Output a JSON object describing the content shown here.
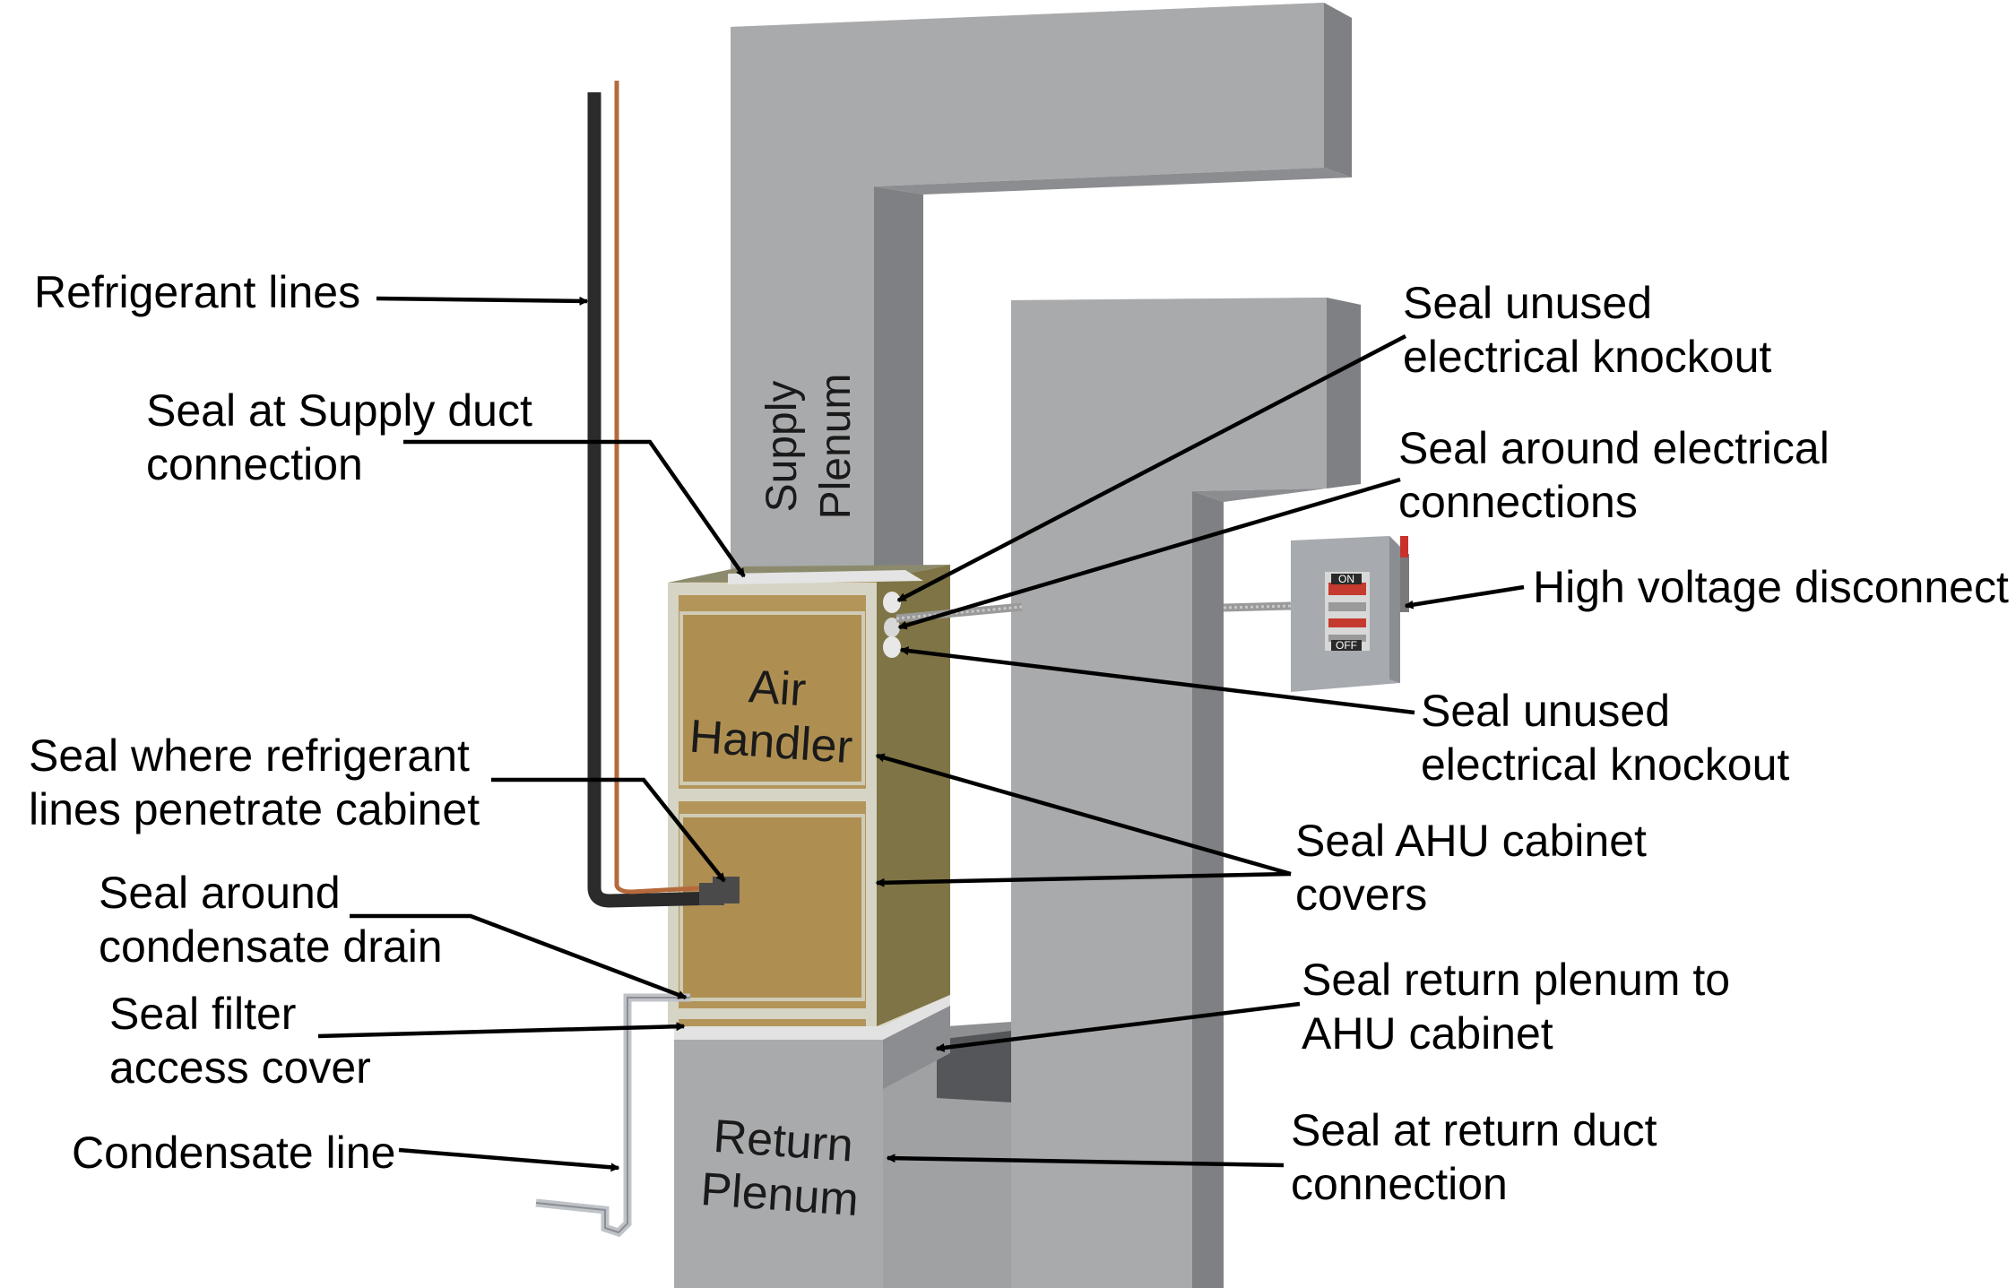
{
  "colors": {
    "duct_face": "#a9aaac",
    "duct_side": "#7f8083",
    "duct_top": "#c4c5c7",
    "cabinet_front": "#b3955a",
    "cabinet_side": "#7f7445",
    "cabinet_frame": "#d6d4c4",
    "disconnect_box": "#a7abb0",
    "arrow": "#000000"
  },
  "components": {
    "supply_plenum": [
      "Supply",
      "Plenum"
    ],
    "air_handler": [
      "Air",
      "Handler"
    ],
    "return_plenum": [
      "Return",
      "Plenum"
    ],
    "disconnect_on": "ON",
    "disconnect_off": "OFF"
  },
  "callouts": {
    "refrigerant_lines": [
      "Refrigerant lines"
    ],
    "seal_supply_duct": [
      "Seal at Supply duct",
      "connection"
    ],
    "seal_refrigerant_penetration": [
      "Seal where refrigerant",
      "lines penetrate cabinet"
    ],
    "seal_condensate_drain": [
      "Seal around",
      "condensate drain"
    ],
    "seal_filter_access": [
      "Seal filter",
      "access cover"
    ],
    "condensate_line": [
      "Condensate line"
    ],
    "seal_unused_knockout_top": [
      "Seal unused",
      "electrical knockout"
    ],
    "seal_electrical_connections": [
      "Seal around electrical",
      "connections"
    ],
    "high_voltage_disconnect": [
      "High voltage disconnect"
    ],
    "seal_unused_knockout_bottom": [
      "Seal unused",
      "electrical knockout"
    ],
    "seal_ahu_covers": [
      "Seal AHU cabinet",
      "covers"
    ],
    "seal_return_plenum": [
      "Seal return plenum to",
      "AHU cabinet"
    ],
    "seal_return_duct": [
      "Seal at return duct",
      "connection"
    ]
  }
}
